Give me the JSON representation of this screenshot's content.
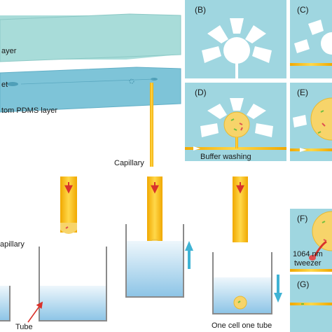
{
  "layers": {
    "top_label": "ayer",
    "inlet_label": "et",
    "bottom_label": "tom PDMS layer",
    "capillary_label": "Capillary"
  },
  "panels": {
    "B": "(B)",
    "C": "(C)",
    "D": "(D)",
    "E": "(E)",
    "F": "(F)",
    "G": "(G)"
  },
  "annotations": {
    "buffer_washing": "Buffer washing",
    "laser_wavelength": "1064 nm",
    "tweezer": "tweezer",
    "capillary_left": "apillary",
    "tube": "Tube",
    "one_cell_one_tube": "One cell one tube"
  },
  "colors": {
    "chip_fill": "#9fd6e0",
    "top_layer": "#a8dcd9",
    "bottom_layer": "#7ec4d8",
    "capillary_yellow": "#f5c518",
    "capillary_orange": "#f0a800",
    "arrow_red": "#d9322b",
    "arrow_cyan": "#3fb3d4",
    "cell_green": "#6fbf3f",
    "cell_red": "#e05050",
    "well_water": "#cfe6f3",
    "tube_wall": "#8a8a8a"
  }
}
